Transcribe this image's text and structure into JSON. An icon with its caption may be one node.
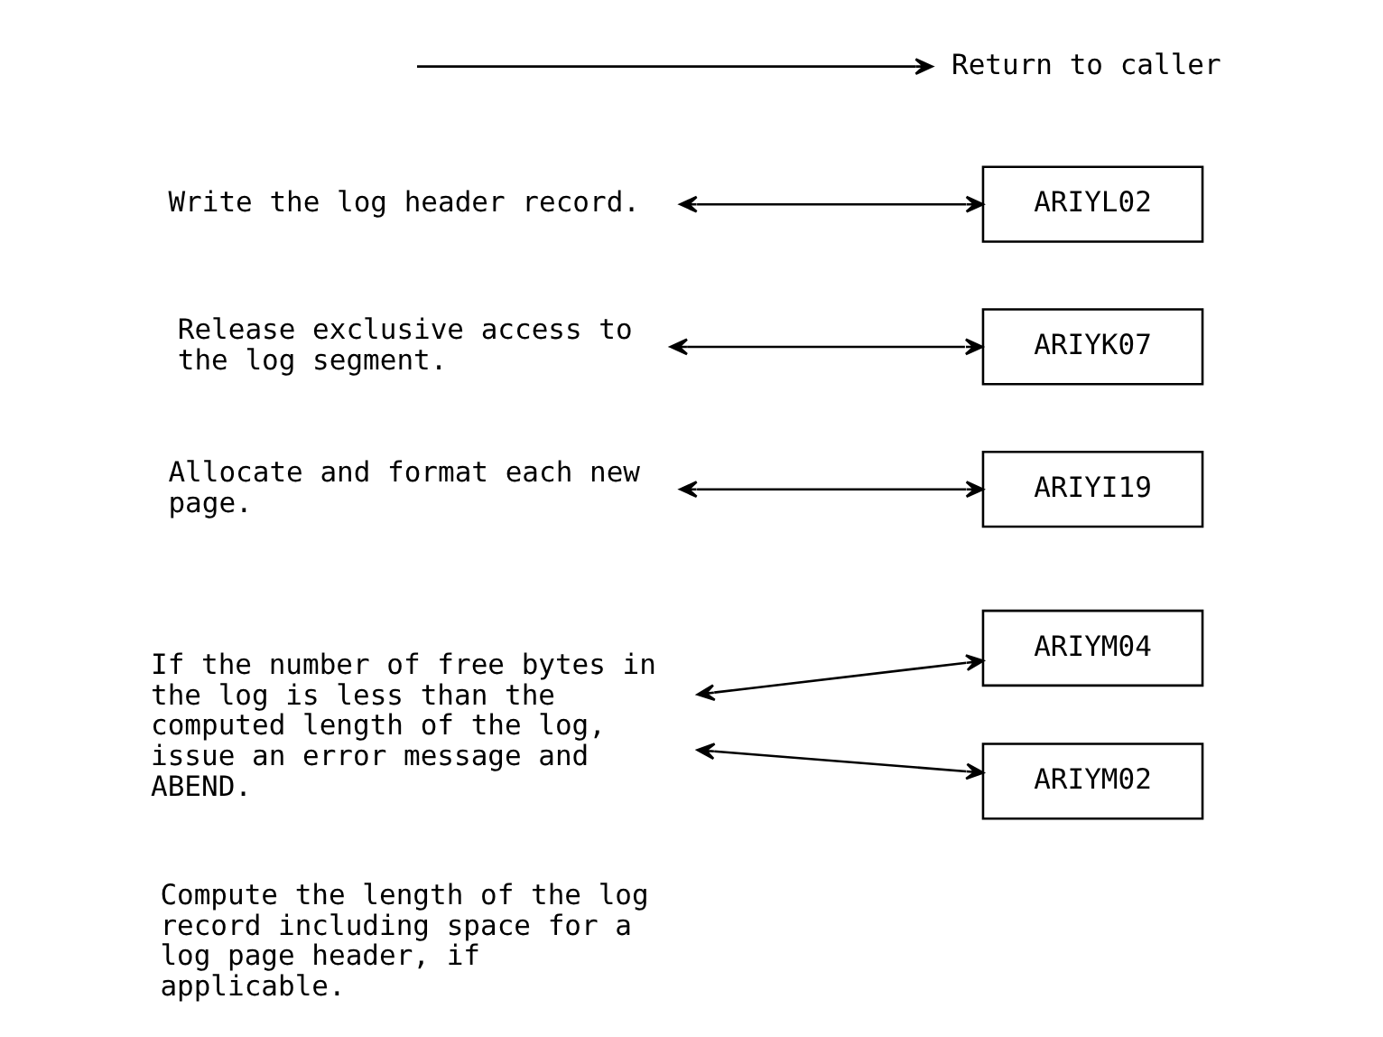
{
  "diagram": {
    "nodes": [
      {
        "text": [
          "If the number of free bytes in the log is less than the computed length of the log, issue an error message and ABEND."
        ]
      },
      {
        "text": [
          "ARIYM04"
        ]
      },
      {
        "text": [
          "ARIYM02"
        ]
      },
      {
        "text": [
          "Allocate and format each new page."
        ]
      },
      {
        "text": [
          "ARIYI19"
        ]
      },
      {
        "text": [
          "Release exclusive access to the log segment."
        ]
      },
      {
        "text": [
          "ARIYK07"
        ]
      },
      {
        "text": [
          "Write the log header record."
        ]
      },
      {
        "text": [
          "ARIYL02"
        ]
      },
      {
        "text": [
          "Return to caller"
        ]
      }
    ],
    "edges": [
      {
        "from": 0,
        "to": 1,
        "arrow": "both"
      },
      {
        "from": 0,
        "to": 2,
        "arrow": "both"
      },
      {
        "from": 3,
        "to": 4,
        "arrow": "both"
      },
      {
        "from": 5,
        "to": 6,
        "arrow": "both"
      },
      {
        "from": 7,
        "to": 8,
        "arrow": "both"
      },
      {
        "from": null,
        "to": 9,
        "arrow": "to"
      }
    ],
    "labels": [
      "Compute the length of the log record including space for a log page header, if applicable."
    ]
  }
}
